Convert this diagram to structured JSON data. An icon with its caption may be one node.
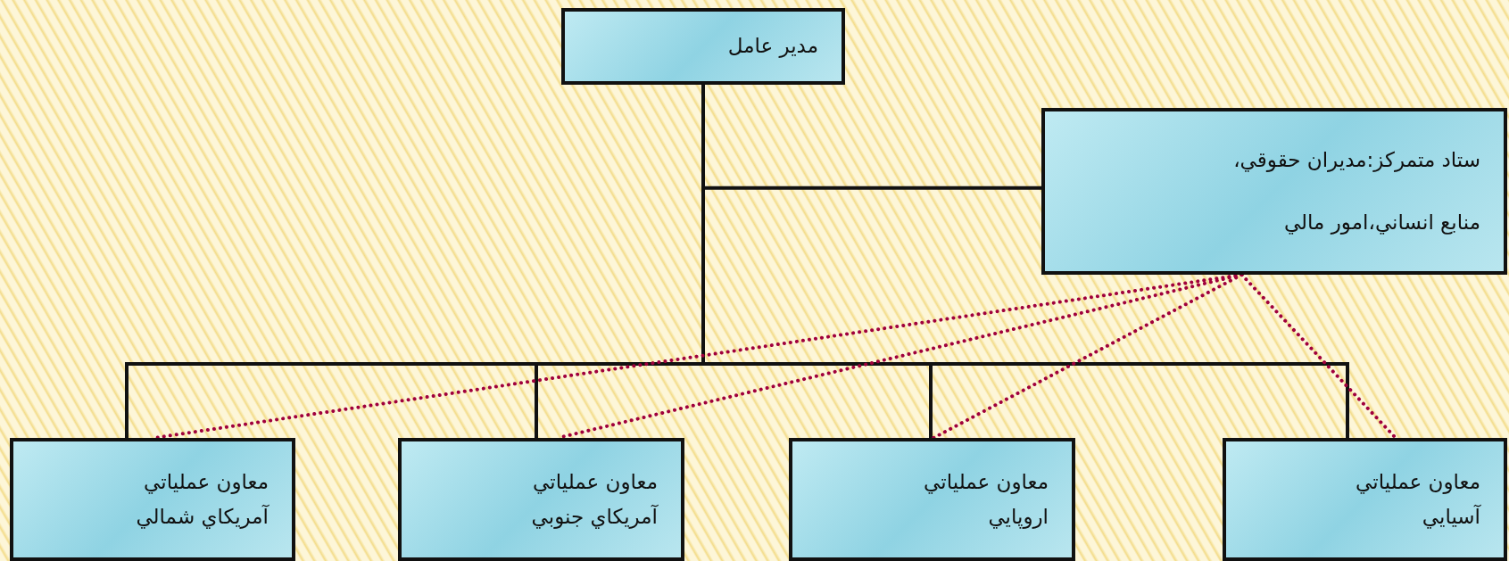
{
  "diagram": {
    "nodes": [
      {
        "text": [
          "مدير عامل"
        ]
      },
      {
        "text": [
          "ستاد متمركز:مديران حقوقي،",
          "منابع انساني،امور مالي"
        ]
      },
      {
        "text": [
          "معاون عملياتي آمريكاي شمالي"
        ]
      },
      {
        "text": [
          "معاون عملياتي آمريكاي جنوبي"
        ]
      },
      {
        "text": [
          "معاون عملياتي اروپايي"
        ]
      },
      {
        "text": [
          "معاون عملياتي آسيايي"
        ]
      }
    ],
    "edges": [
      {
        "from": 0,
        "to": 1,
        "arrow": "none"
      },
      {
        "from": 0,
        "to": 2,
        "arrow": "none"
      },
      {
        "from": 0,
        "to": 3,
        "arrow": "none"
      },
      {
        "from": 0,
        "to": 4,
        "arrow": "none"
      },
      {
        "from": 0,
        "to": 5,
        "arrow": "none"
      },
      {
        "from": 1,
        "to": 2,
        "arrow": "none",
        "style": "dashed",
        "color": "#a0003c"
      },
      {
        "from": 1,
        "to": 3,
        "arrow": "none",
        "style": "dashed",
        "color": "#a0003c"
      },
      {
        "from": 1,
        "to": 4,
        "arrow": "none",
        "style": "dashed",
        "color": "#a0003c"
      },
      {
        "from": 1,
        "to": 5,
        "arrow": "none",
        "style": "dashed",
        "color": "#a0003c"
      }
    ]
  }
}
